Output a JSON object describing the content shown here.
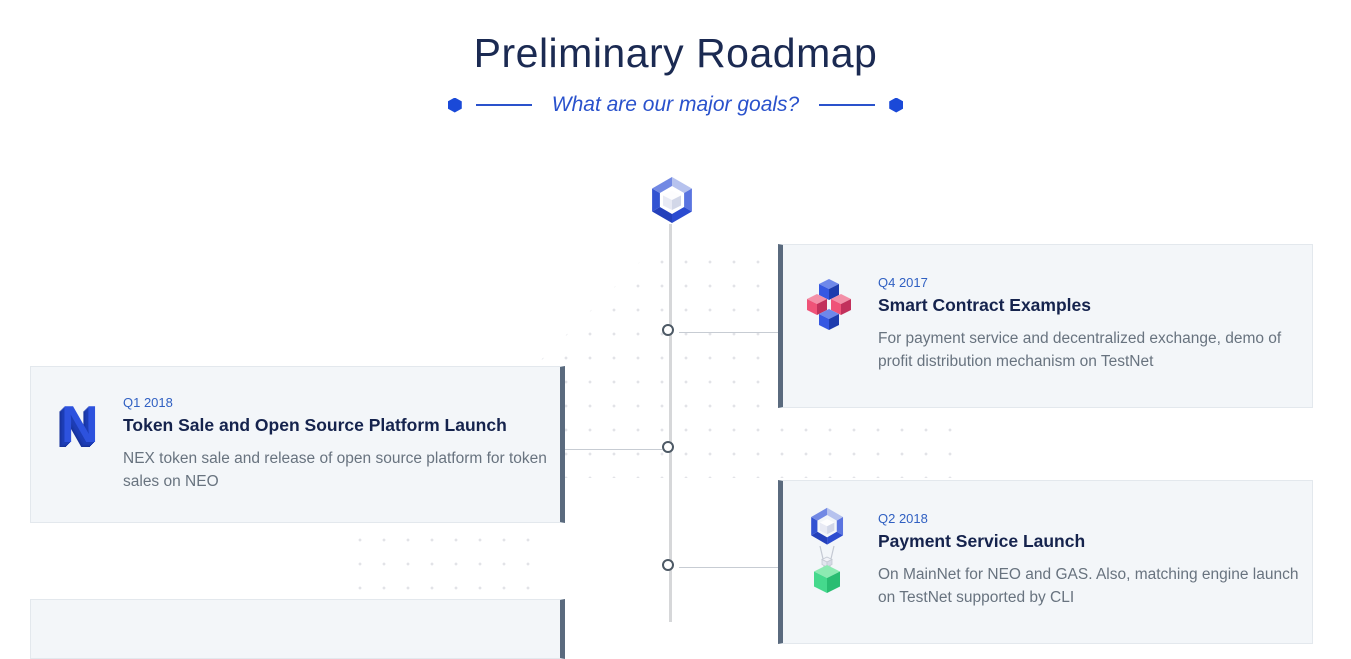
{
  "page": {
    "title": "Preliminary Roadmap",
    "subtitle": "What are our major goals?"
  },
  "timeline": {
    "top_icon": "hex-cube-icon",
    "items": [
      {
        "id": "q4-2017",
        "side": "right",
        "quarter": "Q4 2017",
        "title": "Smart Contract Examples",
        "description": "For payment service and decentralized exchange, demo of profit distribution mechanism on TestNet",
        "icon": "cubes-cluster-icon"
      },
      {
        "id": "q1-2018",
        "side": "left",
        "quarter": "Q1 2018",
        "title": "Token Sale and Open Source Platform Launch",
        "description": "NEX token sale and release of open source platform for token sales on NEO",
        "icon": "nex-n-icon"
      },
      {
        "id": "q2-2018",
        "side": "right",
        "quarter": "Q2 2018",
        "title": "Payment Service Launch",
        "description": "On MainNet for NEO and GAS. Also, matching engine launch on TestNet supported by CLI",
        "icon": "payment-flow-icon"
      }
    ],
    "partial_card_visible": true
  },
  "colors": {
    "title_navy": "#1b2a52",
    "accent_blue": "#2a52cc",
    "quarter_blue": "#3060c2",
    "card_bg": "#f3f6f9",
    "card_accent_bar": "#5a6a7e",
    "body_gray": "#68737f",
    "spine_gray": "#d6d7d9"
  },
  "n_letter": "N"
}
